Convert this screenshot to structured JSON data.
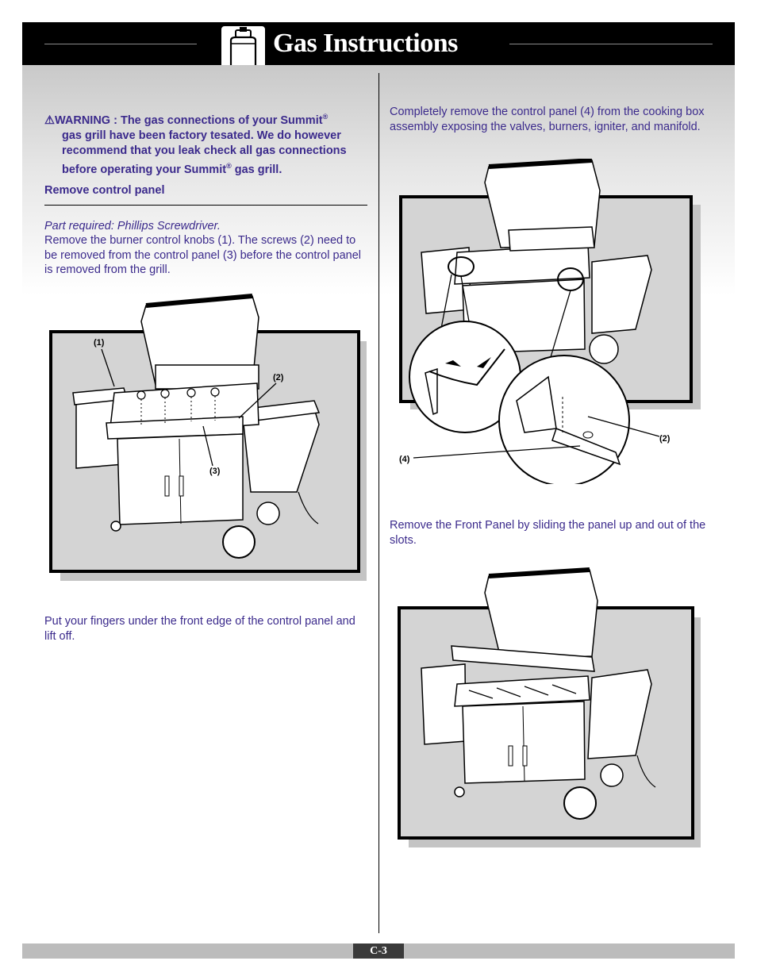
{
  "header": {
    "title": "Gas  Instructions",
    "icon": "propane-tank-icon"
  },
  "left": {
    "warning": {
      "line1": "WARNING : The gas connections of your Summit",
      "line1_sup": "®",
      "line2": "gas grill have been factory tesated. We do however",
      "line3": "recommend that you leak check all gas connections",
      "line4_a": "before operating your Summit",
      "line4_sup": "®",
      "line4_b": " gas grill."
    },
    "section_heading": "Remove control panel",
    "part_required": "Part required: Phillips Screwdriver.",
    "step1": "Remove the burner control knobs (1). The screws (2) need to be removed from the control panel (3) before the control panel is removed from the grill.",
    "figure1_callouts": [
      "(1)",
      "(2)",
      "(3)"
    ],
    "step2": "Put your fingers under the front edge of the control panel and lift off."
  },
  "right": {
    "step3": "Completely remove the control panel (4) from the cooking box assembly exposing the valves, burners, igniter, and manifold.",
    "figure2_callouts": [
      "(4)",
      "(2)"
    ],
    "step4": "Remove the Front Panel by sliding the panel up and out of the slots."
  },
  "footer": {
    "page_number": "C-3"
  },
  "colors": {
    "text": "#3b2a8c",
    "header": "#000000",
    "figure_bg": "#d4d4d4",
    "footer": "#bcbcbc"
  }
}
